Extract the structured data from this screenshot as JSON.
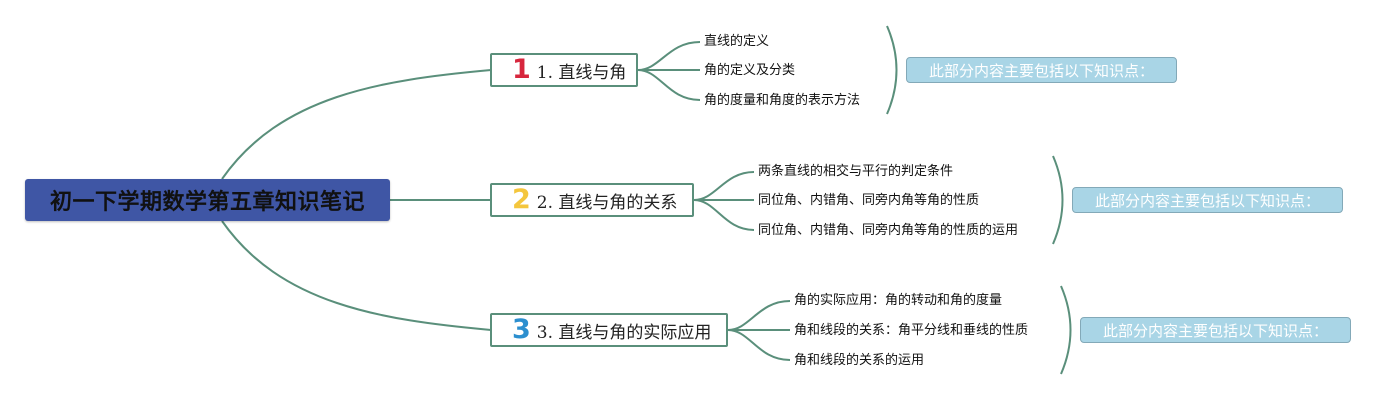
{
  "root": {
    "title": "初一下学期数学第五章知识笔记",
    "color": "#3f56a5"
  },
  "line_color": "#5a8f7b",
  "branches": [
    {
      "badge": "1",
      "badge_color": "#d7263d",
      "label": "1. 直线与角",
      "topics": [
        "直线的定义",
        "角的定义及分类",
        "角的度量和角度的表示方法"
      ],
      "summary": "此部分内容主要包括以下知识点："
    },
    {
      "badge": "2",
      "badge_color": "#f4c63d",
      "label": "2. 直线与角的关系",
      "topics": [
        "两条直线的相交与平行的判定条件",
        "同位角、内错角、同旁内角等角的性质",
        "同位角、内错角、同旁内角等角的性质的运用"
      ],
      "summary": "此部分内容主要包括以下知识点："
    },
    {
      "badge": "3",
      "badge_color": "#2c8fcf",
      "label": "3. 直线与角的实际应用",
      "topics": [
        "角的实际应用：角的转动和角的度量",
        "角和线段的关系：角平分线和垂线的性质",
        "角和线段的关系的运用"
      ],
      "summary": "此部分内容主要包括以下知识点："
    }
  ]
}
